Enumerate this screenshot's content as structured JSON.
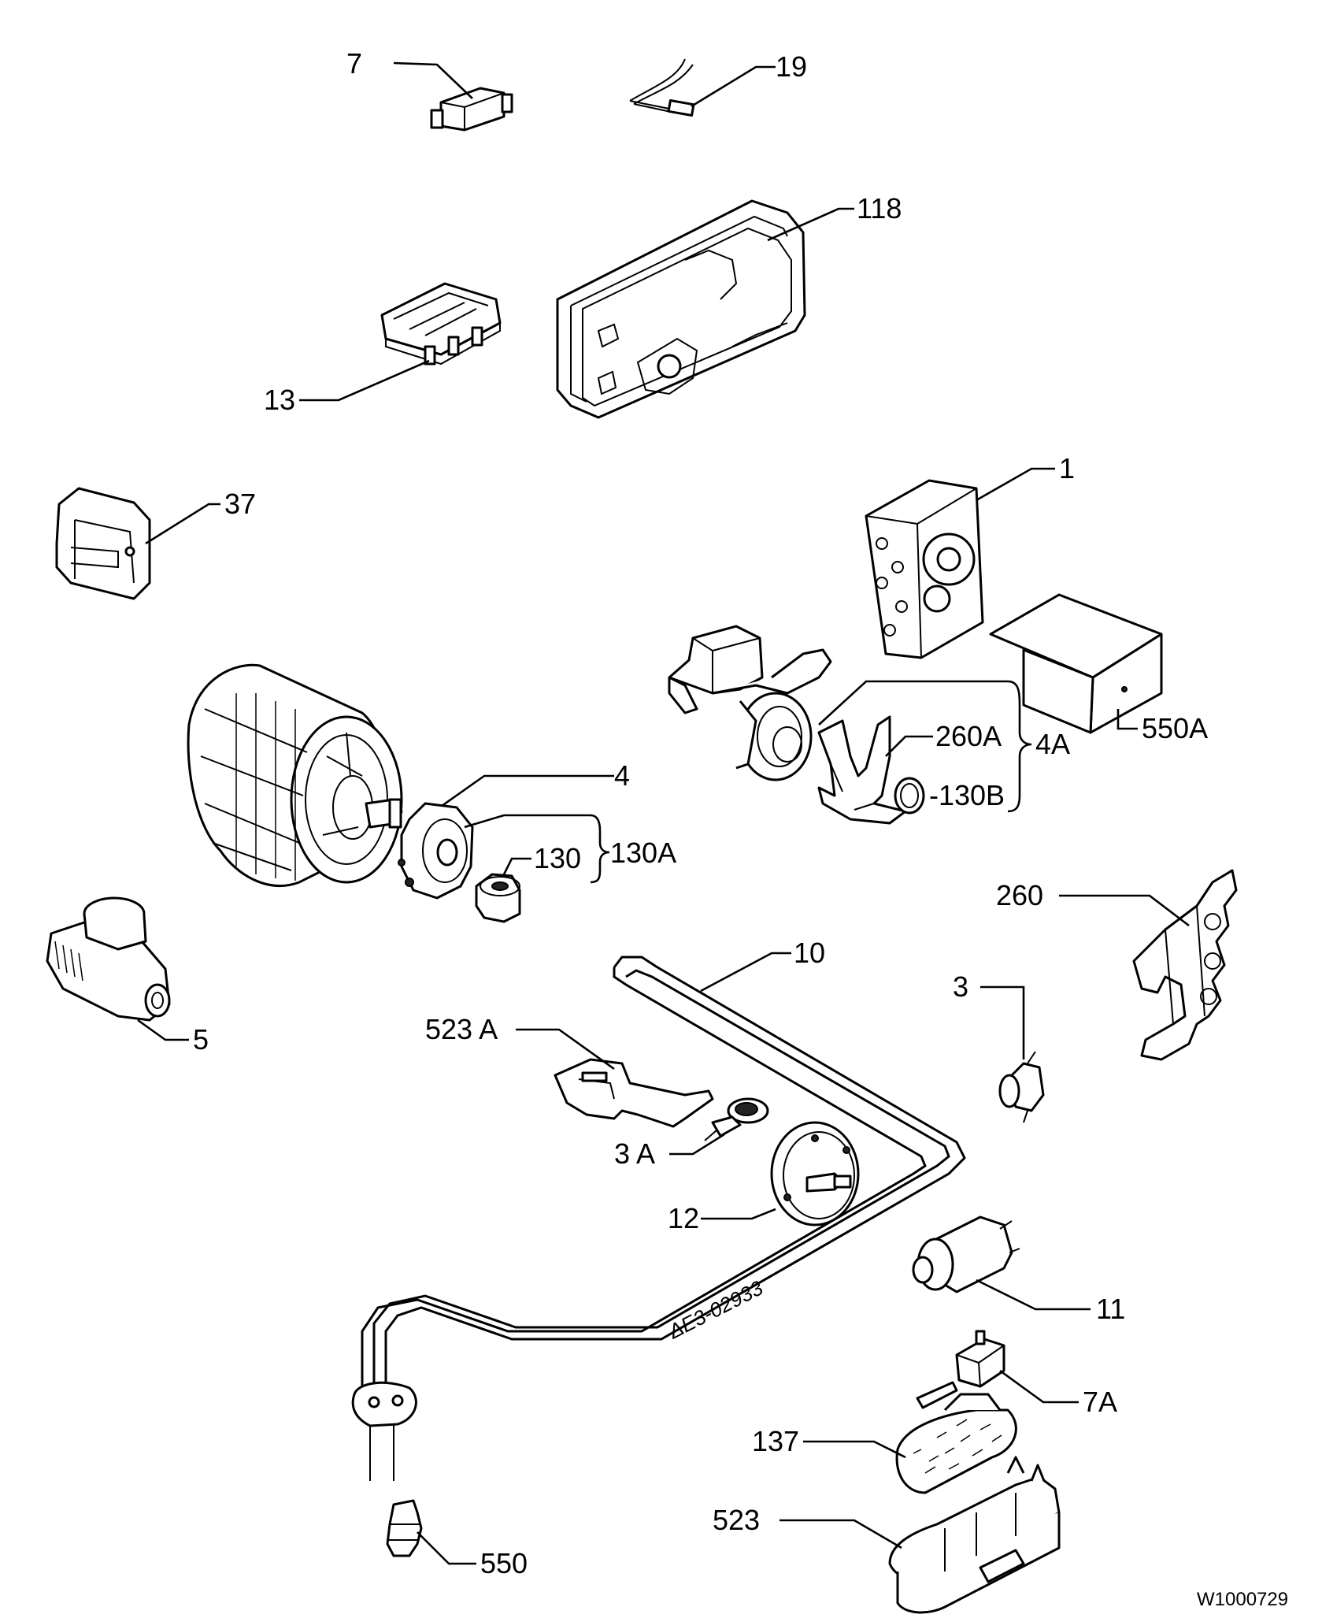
{
  "diagram": {
    "labels": [
      {
        "id": "7",
        "text": "7"
      },
      {
        "id": "19",
        "text": "19"
      },
      {
        "id": "118",
        "text": "118"
      },
      {
        "id": "13",
        "text": "13"
      },
      {
        "id": "37",
        "text": "37"
      },
      {
        "id": "1",
        "text": "1"
      },
      {
        "id": "550A",
        "text": "550A"
      },
      {
        "id": "260A",
        "text": "260A"
      },
      {
        "id": "4A",
        "text": "4A"
      },
      {
        "id": "130B",
        "text": "-130B"
      },
      {
        "id": "4",
        "text": "4"
      },
      {
        "id": "130A",
        "text": "130A"
      },
      {
        "id": "130",
        "text": "130"
      },
      {
        "id": "260",
        "text": "260"
      },
      {
        "id": "5",
        "text": "5"
      },
      {
        "id": "10",
        "text": "10"
      },
      {
        "id": "3",
        "text": "3"
      },
      {
        "id": "523A",
        "text": "523 A"
      },
      {
        "id": "3A",
        "text": "3 A"
      },
      {
        "id": "12",
        "text": "12"
      },
      {
        "id": "11",
        "text": "11"
      },
      {
        "id": "7A",
        "text": "7A"
      },
      {
        "id": "137",
        "text": "137"
      },
      {
        "id": "523",
        "text": "523"
      },
      {
        "id": "550",
        "text": "550"
      }
    ],
    "drawing_code": "ΔE3-02933",
    "drawing_number": "W1000729"
  }
}
